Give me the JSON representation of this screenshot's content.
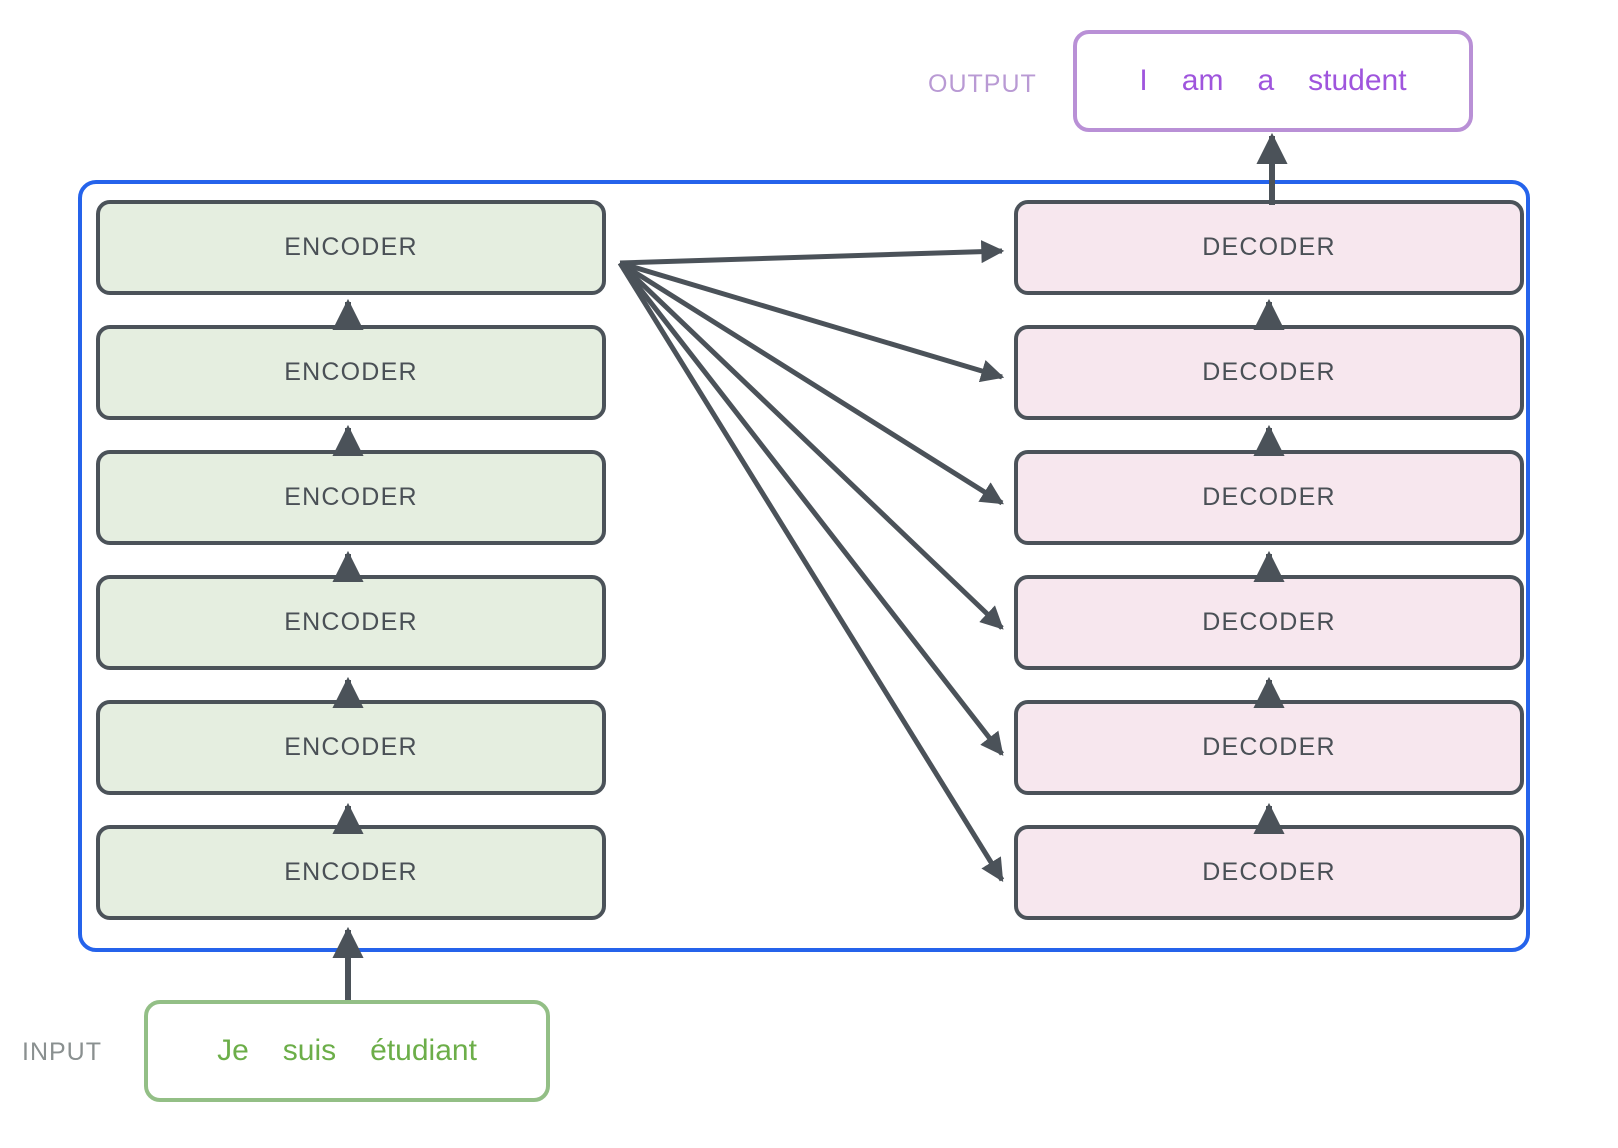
{
  "diagram": {
    "title": "Transformer encoder-decoder stack",
    "colors": {
      "container_border": "#2563eb",
      "encoder_fill": "#e5eee0",
      "decoder_fill": "#f7e7ee",
      "block_border": "#4b5259",
      "block_text": "#4a5056",
      "arrow": "#4b5259",
      "output_border": "#b990d6",
      "output_text": "#9f55dd",
      "output_label": "#b99ad4",
      "input_border": "#93bf86",
      "input_text": "#6cae49",
      "input_label": "#8a9090"
    }
  },
  "encoders": [
    {
      "label": "ENCODER"
    },
    {
      "label": "ENCODER"
    },
    {
      "label": "ENCODER"
    },
    {
      "label": "ENCODER"
    },
    {
      "label": "ENCODER"
    },
    {
      "label": "ENCODER"
    }
  ],
  "decoders": [
    {
      "label": "DECODER"
    },
    {
      "label": "DECODER"
    },
    {
      "label": "DECODER"
    },
    {
      "label": "DECODER"
    },
    {
      "label": "DECODER"
    },
    {
      "label": "DECODER"
    }
  ],
  "output": {
    "label": "OUTPUT",
    "tokens": [
      "I",
      "am",
      "a",
      "student"
    ]
  },
  "input": {
    "label": "INPUT",
    "tokens": [
      "Je",
      "suis",
      "étudiant"
    ]
  }
}
